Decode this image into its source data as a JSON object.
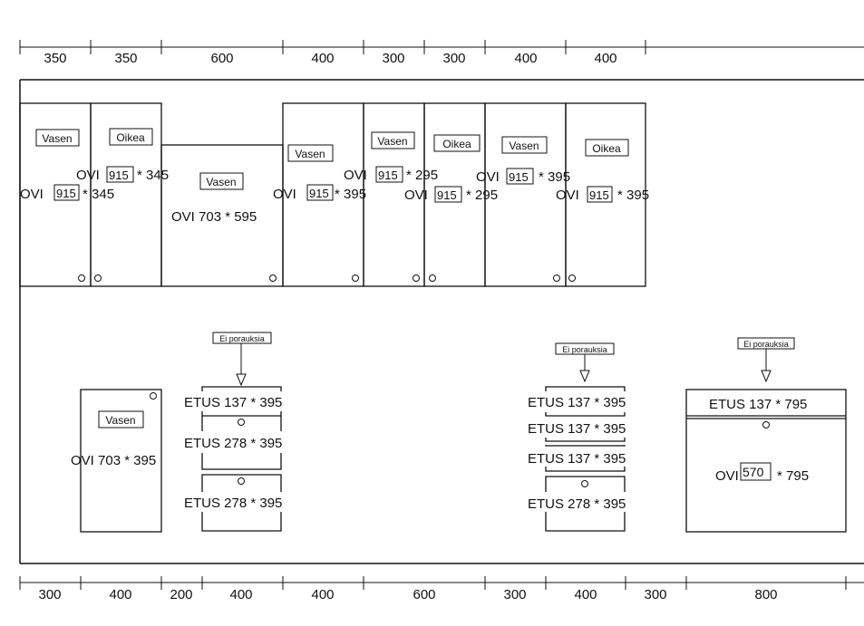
{
  "dimensions": {
    "top": [
      "350",
      "350",
      "600",
      "400",
      "300",
      "300",
      "400",
      "400"
    ],
    "bottom": [
      "300",
      "400",
      "200",
      "400",
      "400",
      "600",
      "300",
      "400",
      "300",
      "800"
    ]
  },
  "upper_cabinets": [
    {
      "side": "Vasen",
      "ovi": "OVI",
      "h": "915",
      "w": "* 345"
    },
    {
      "side": "Oikea",
      "ovi": "OVI",
      "h": "915",
      "w": "* 345"
    },
    {
      "side": "Vasen",
      "ovi": "OVI 703 * 595"
    },
    {
      "side": "Vasen",
      "ovi": "OVI",
      "h": "915",
      "w": "* 395"
    },
    {
      "side": "Vasen",
      "ovi": "OVI",
      "h": "915",
      "w": "* 295"
    },
    {
      "side": "Oikea",
      "ovi": "OVI",
      "h": "915",
      "w": "* 295"
    },
    {
      "side": "Vasen",
      "ovi": "OVI",
      "h": "915",
      "w": "* 395"
    },
    {
      "side": "Oikea",
      "ovi": "OVI",
      "h": "915",
      "w": "* 395"
    }
  ],
  "lower": {
    "no_drill": "Ei porauksia",
    "door_left": {
      "side": "Vasen",
      "ovi": "OVI 703 * 395"
    },
    "drawer_stack_1": [
      "ETUS 137 * 395",
      "ETUS 278 * 395",
      "ETUS 278 * 395"
    ],
    "drawer_stack_2": [
      "ETUS 137 * 395",
      "ETUS 137 * 395",
      "ETUS 137 * 395",
      "ETUS 278 * 395"
    ],
    "right_unit": {
      "etus": "ETUS 137 * 795",
      "ovi": "OVI",
      "h": "570",
      "w": "* 795"
    }
  }
}
